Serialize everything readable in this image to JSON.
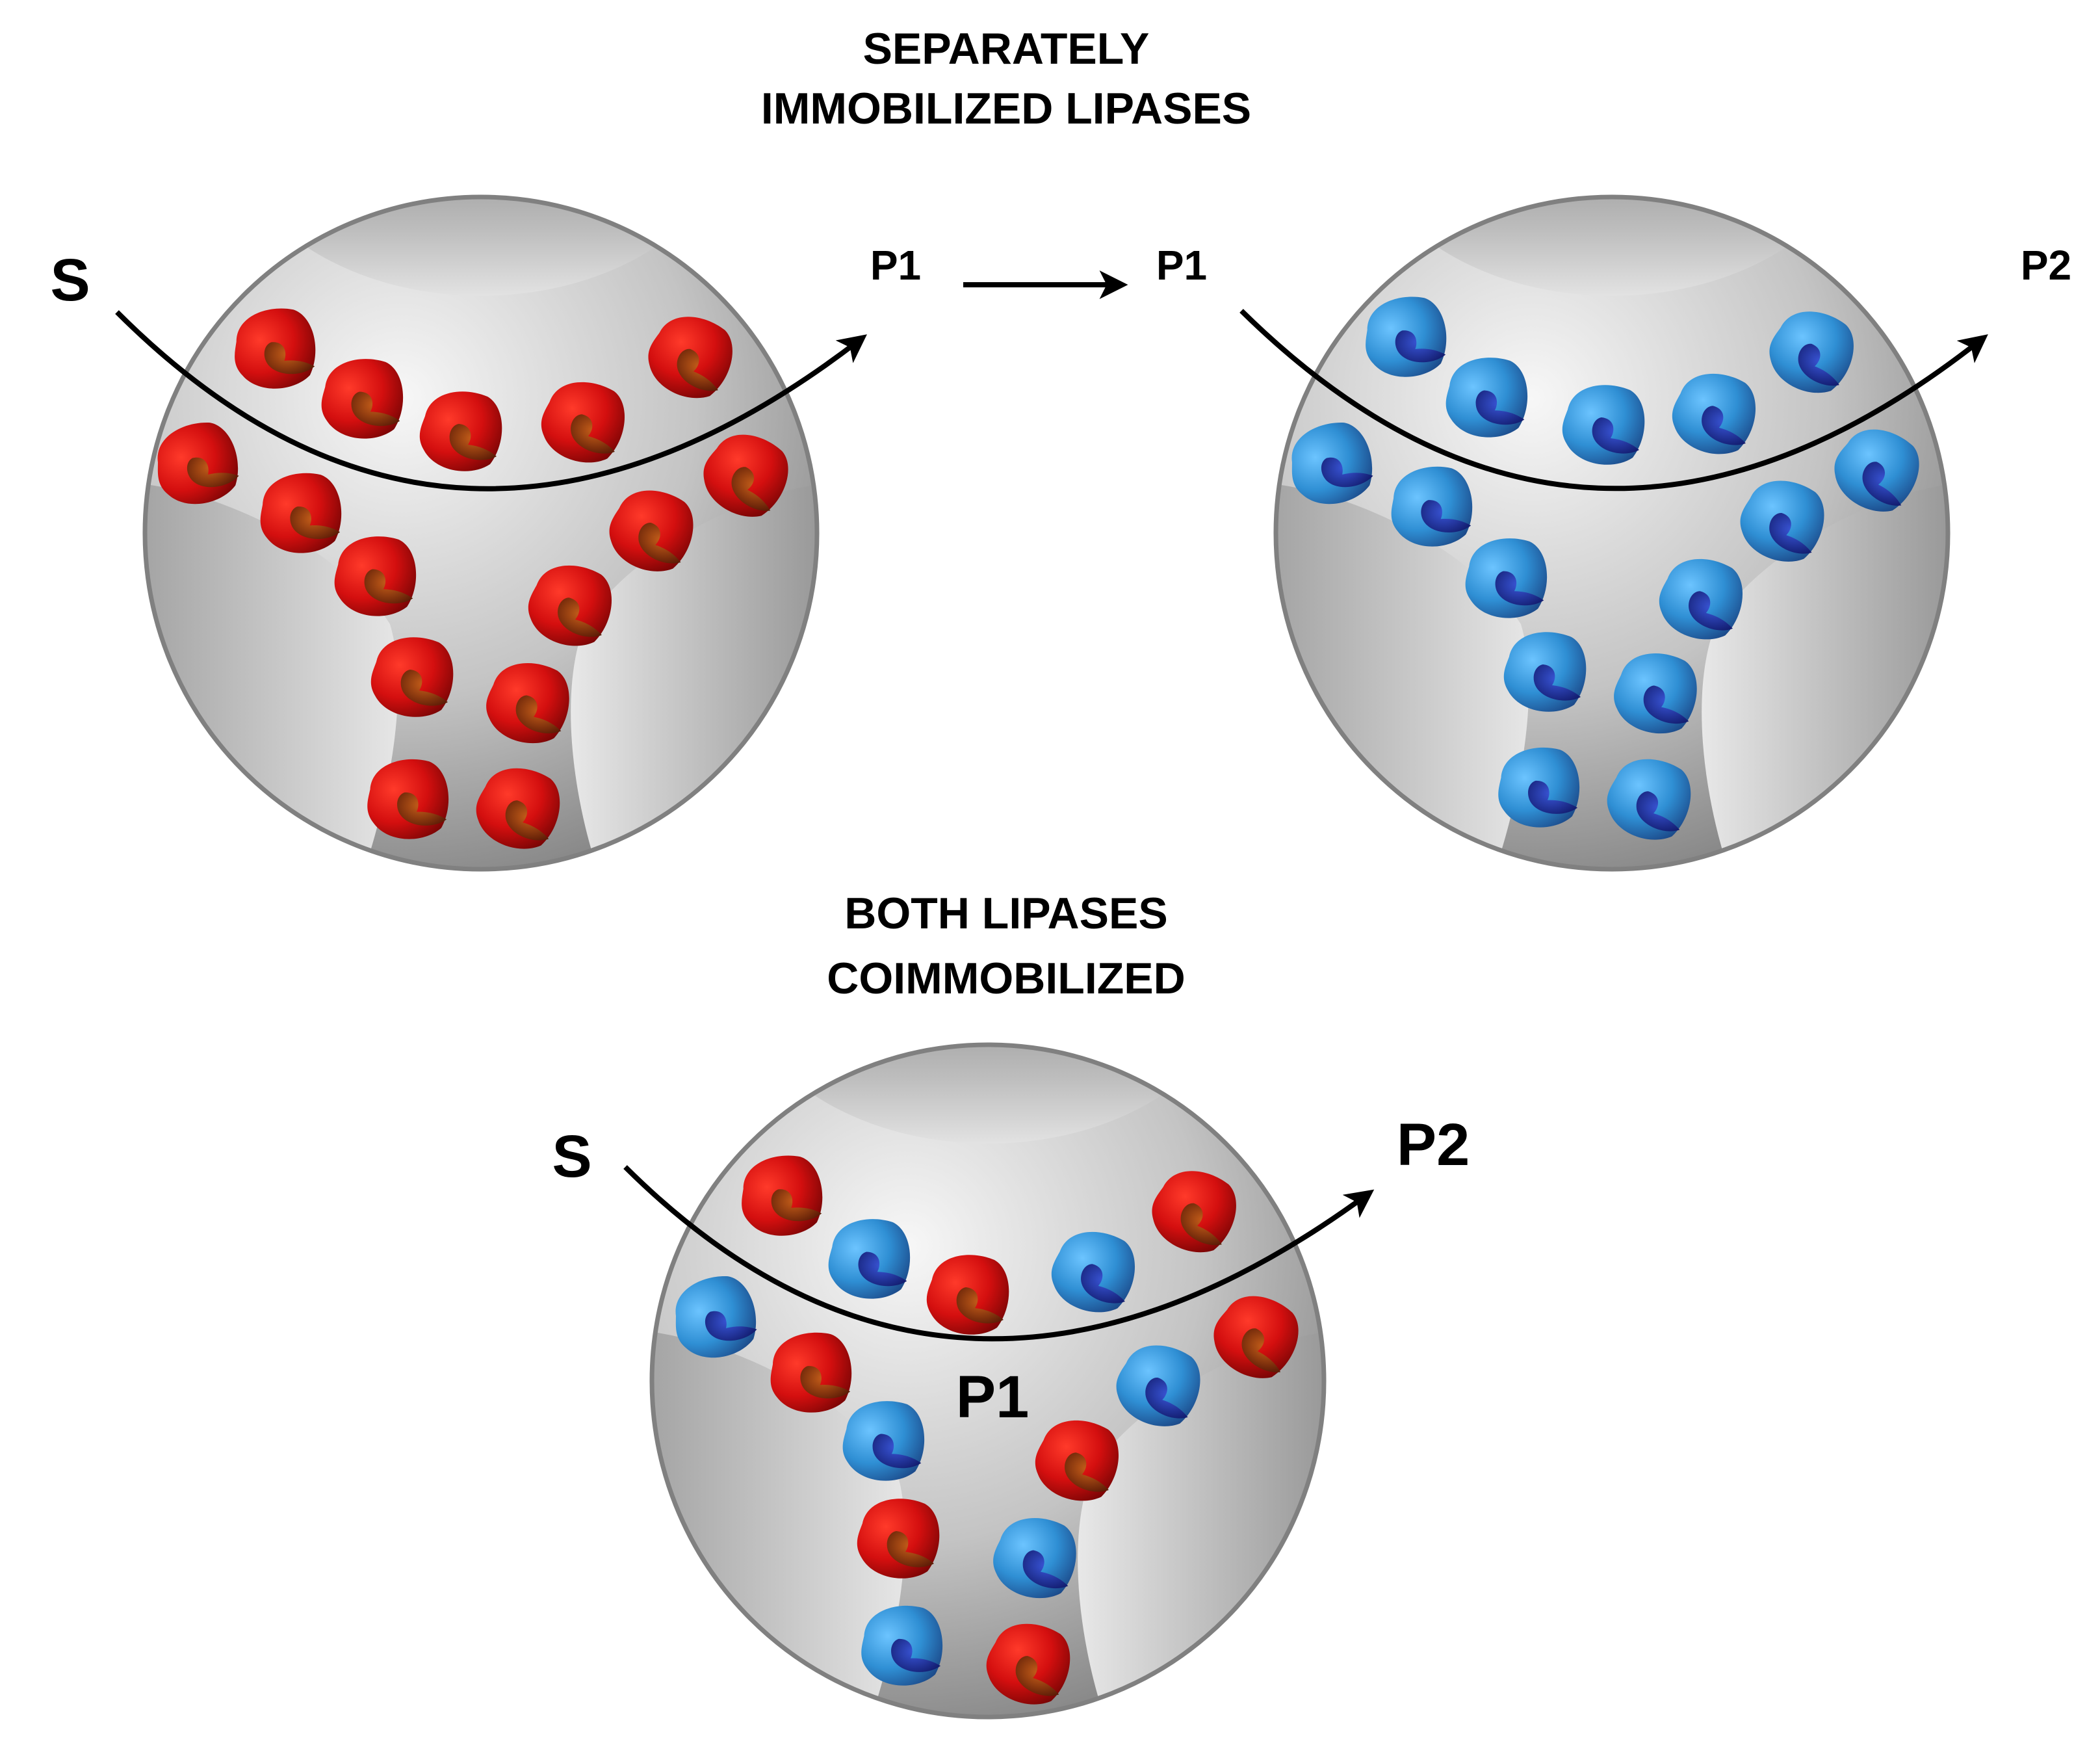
{
  "titles": {
    "separate_line1": "SEPARATELY",
    "separate_line2": "IMMOBILIZED LIPASES",
    "co_line1": "BOTH LIPASES",
    "co_line2": "COIMMOBILIZED"
  },
  "labels": {
    "left_s": "S",
    "left_p1": "P1",
    "mid_p1": "P1",
    "right_p2": "P2",
    "bottom_s": "S",
    "bottom_p2": "P2",
    "bottom_p1": "P1"
  },
  "colors": {
    "lipase_1": "#d40f0f",
    "lipase_2": "#2f8fd4",
    "support": "#b8b8b8",
    "arrow": "#000000"
  },
  "icons": {
    "enzyme": "enzyme-icon",
    "support": "porous-support-bead"
  }
}
